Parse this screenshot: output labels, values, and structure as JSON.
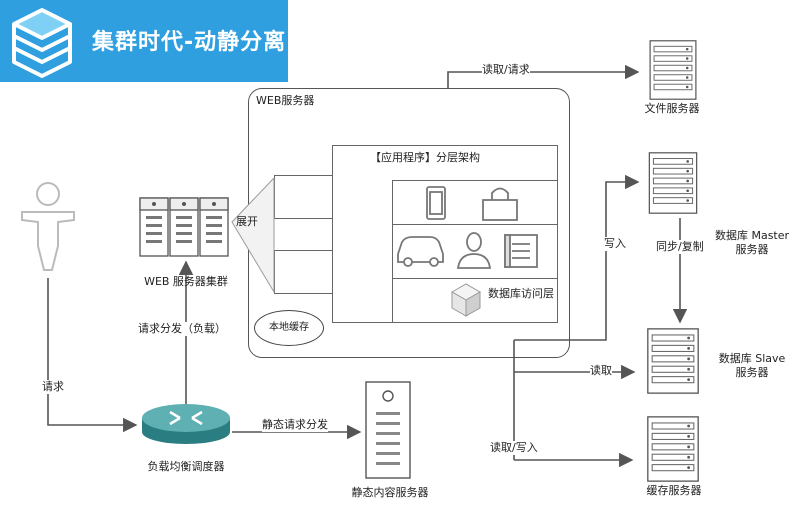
{
  "banner": {
    "title": "集群时代-动静分离"
  },
  "web_server": {
    "title": "WEB服务器",
    "layer_title": "【应用程序】分层架构",
    "db_access": "数据库访问层",
    "local_cache": "本地缓存"
  },
  "labels": {
    "web_cluster": "WEB 服务器集群",
    "expand": "展开",
    "dispatch": "请求分发（负载）",
    "request": "请求",
    "load_balancer": "负载均衡调度器",
    "static_dispatch": "静态请求分发",
    "static_server": "静态内容服务器",
    "file_server": "文件服务器",
    "read_request": "读取/请求",
    "write": "写入",
    "sync": "同步/复制",
    "db_master": "数据库 Master\n服务器",
    "db_master_l1": "数据库 Master",
    "db_master_l2": "服务器",
    "db_slave_l1": "数据库 Slave",
    "db_slave_l2": "服务器",
    "read": "读取",
    "read_write": "读取/写入",
    "cache_server": "缓存服务器"
  },
  "colors": {
    "banner": "#2f9fe0",
    "line": "#555555"
  }
}
